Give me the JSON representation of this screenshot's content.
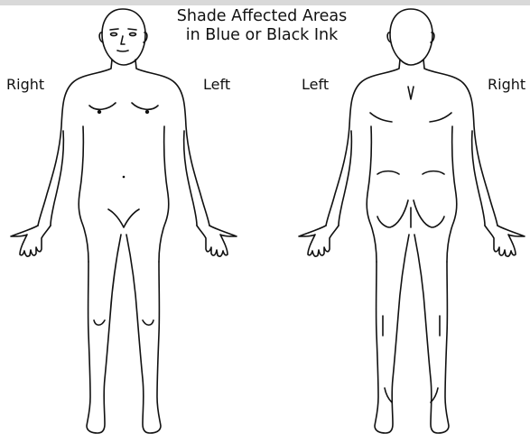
{
  "window": {
    "top_bar_color": "#d9d9d9",
    "ink_color": "#111111"
  },
  "instructions": {
    "line1": "Shade Affected Areas",
    "line2": "in Blue or Black Ink"
  },
  "front_view": {
    "label_right": "Right",
    "label_left": "Left"
  },
  "back_view": {
    "label_left": "Left",
    "label_right": "Right"
  }
}
